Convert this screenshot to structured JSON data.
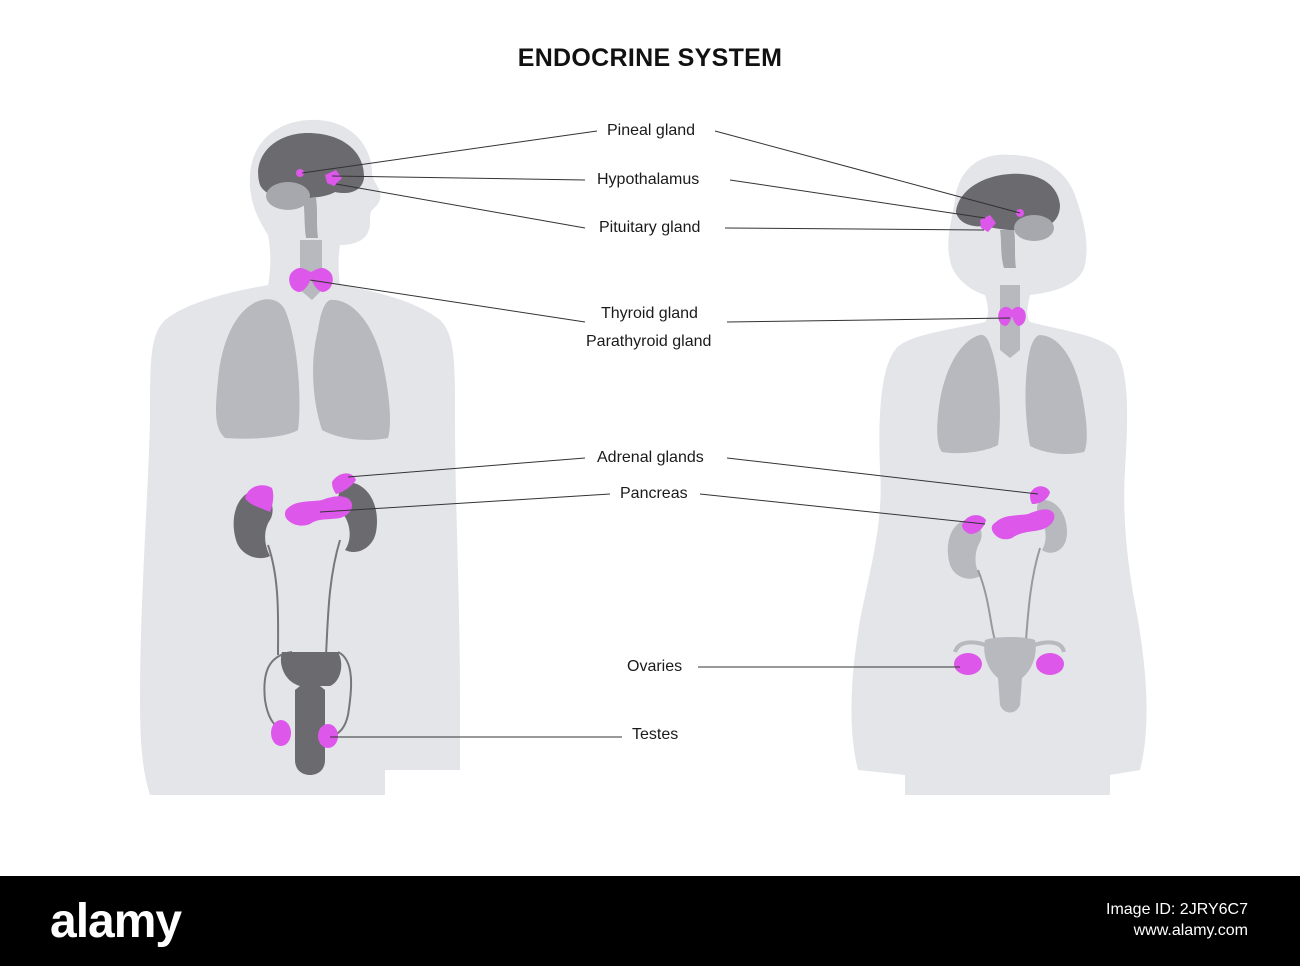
{
  "title": "ENDOCRINE SYSTEM",
  "labels": {
    "pineal": "Pineal gland",
    "hypothalamus": "Hypothalamus",
    "pituitary": "Pituitary gland",
    "thyroid": "Thyroid gland",
    "parathyroid": "Parathyroid gland",
    "adrenal": "Adrenal glands",
    "pancreas": "Pancreas",
    "ovaries": "Ovaries",
    "testes": "Testes"
  },
  "footer": {
    "logo": "alamy",
    "image_id": "Image ID: 2JRY6C7",
    "url": "www.alamy.com"
  },
  "colors": {
    "body": "#e3e5e9",
    "organ": "#b7b9bf",
    "dark_organ": "#6b6a6f",
    "gland": "#dd57ea",
    "line": "#333333"
  }
}
